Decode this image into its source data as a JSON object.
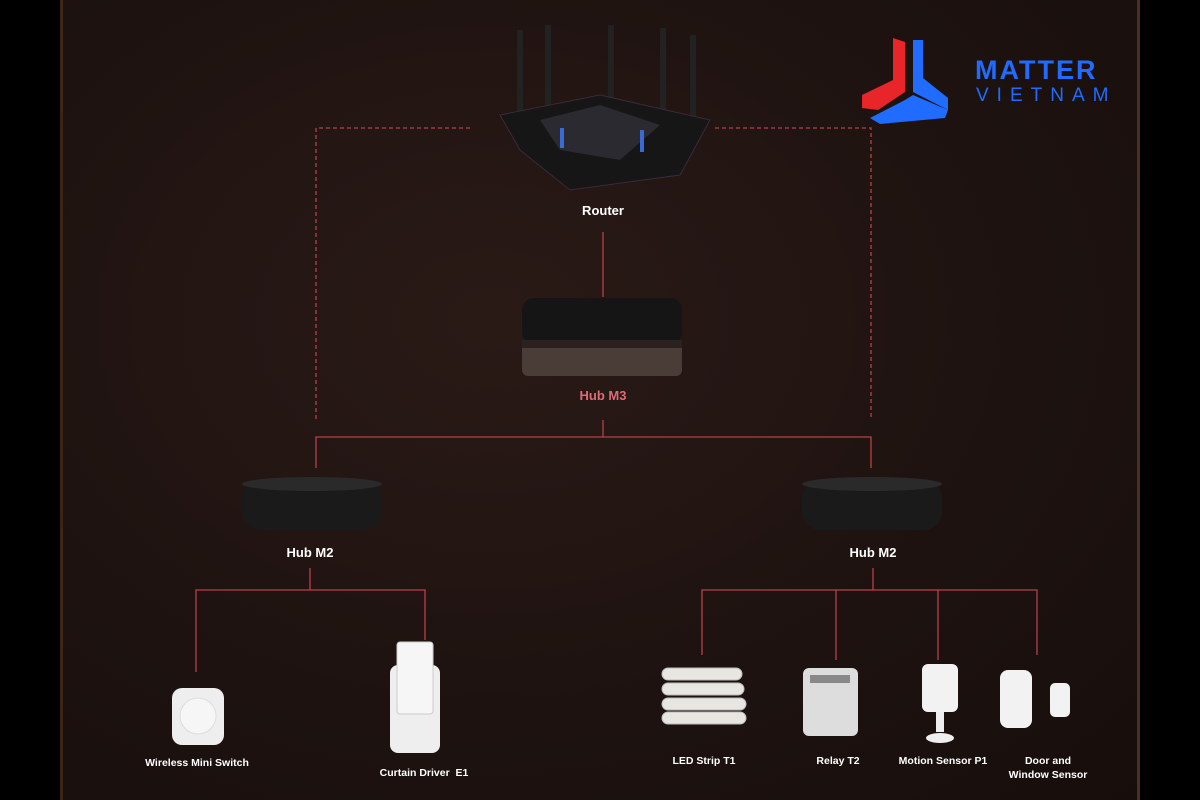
{
  "logo": {
    "line1": "MATTER",
    "line2": "VIETNAM",
    "colors": {
      "red": "#e8262a",
      "blue": "#1f6cff"
    }
  },
  "nodes": {
    "router": "Router",
    "hub_m3": "Hub M3",
    "hub_m2_left": "Hub M2",
    "hub_m2_right": "Hub M2"
  },
  "devices": {
    "wireless_mini_switch": "Wireless Mini Switch",
    "curtain_driver": "Curtain Driver  E1",
    "led_strip": "LED Strip T1",
    "relay": "Relay T2",
    "motion_sensor": "Motion Sensor P1",
    "door_window_line1": "Door and",
    "door_window_line2": "Window Sensor"
  },
  "colors": {
    "line": "#c0404a",
    "hub_m3_label": "#e06a78"
  }
}
